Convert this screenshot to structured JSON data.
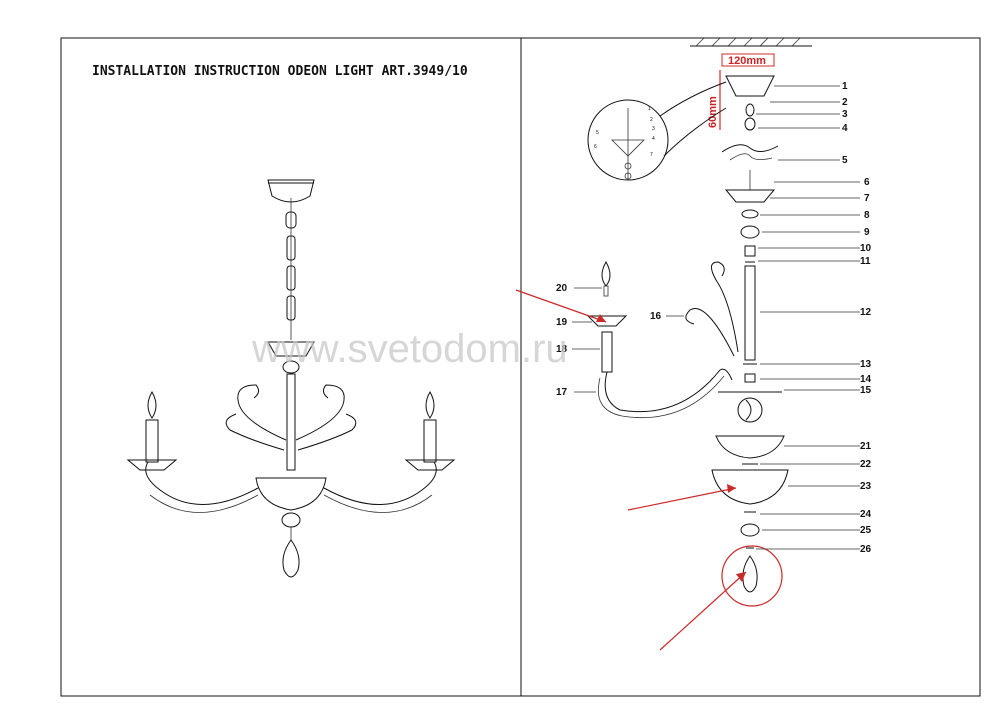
{
  "document": {
    "title": "INSTALLATION INSTRUCTION ODEON LIGHT ART.3949/10",
    "watermark": "www.svetodom.ru"
  },
  "dimensions": {
    "width_label": "120mm",
    "height_label": "60mm"
  },
  "parts": [
    "1",
    "2",
    "3",
    "4",
    "5",
    "6",
    "7",
    "8",
    "9",
    "10",
    "11",
    "12",
    "13",
    "14",
    "15",
    "21",
    "22",
    "23",
    "24",
    "25",
    "26"
  ],
  "left_parts": [
    "20",
    "19",
    "18",
    "17",
    "16"
  ],
  "inset_labels": [
    "1",
    "2",
    "3",
    "4",
    "5",
    "6",
    "7"
  ]
}
